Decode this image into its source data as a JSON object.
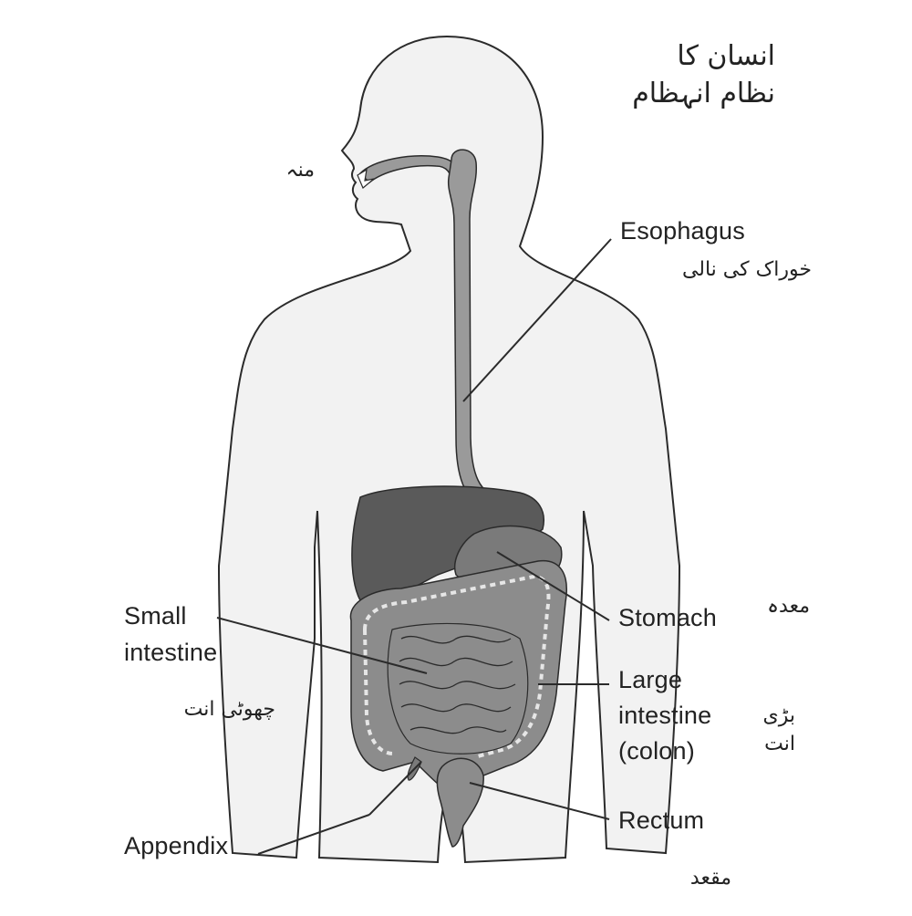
{
  "title": {
    "line1": "انسان کا",
    "line2": "نظام انہظام"
  },
  "labels": {
    "mouth_ur": "منہ",
    "esophagus_en": "Esophagus",
    "esophagus_ur": "خوراک کی نالی",
    "stomach_en": "Stomach",
    "stomach_ur": "معدہ",
    "small_intestine_en_1": "Small",
    "small_intestine_en_2": "intestine",
    "small_intestine_ur": "چھوٹی انت",
    "large_intestine_en_1": "Large",
    "large_intestine_en_2": "intestine",
    "large_intestine_en_3": "(colon)",
    "large_intestine_ur_1": "بڑی",
    "large_intestine_ur_2": "انت",
    "rectum_en": "Rectum",
    "rectum_ur": "مقعد",
    "appendix_en": "Appendix"
  },
  "colors": {
    "body_fill": "#f2f2f2",
    "outline": "#2b2b2b",
    "tract": "#9a9a9a",
    "liver": "#5a5a5a",
    "stomach": "#7a7a7a",
    "intestine": "#8c8c8c",
    "colon_band": "#e6e6e6"
  }
}
